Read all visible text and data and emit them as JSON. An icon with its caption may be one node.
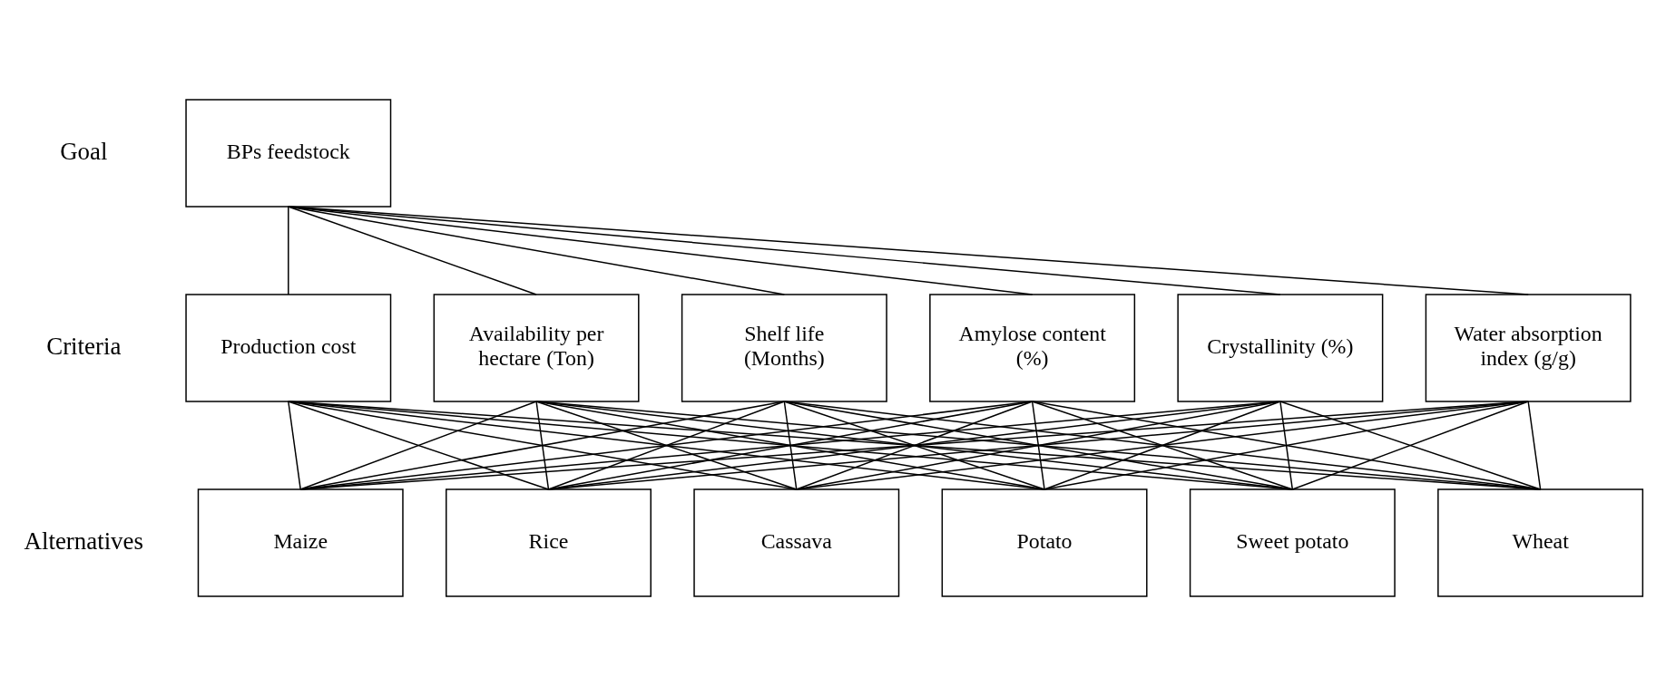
{
  "diagram": {
    "nodes": [
      {
        "text": [
          "BPs feedstock"
        ]
      },
      {
        "text": [
          "Production cost"
        ]
      },
      {
        "text": [
          "Availability per hectare (Ton)"
        ]
      },
      {
        "text": [
          "Shelf life (Months)"
        ]
      },
      {
        "text": [
          "Amylose content (%)"
        ]
      },
      {
        "text": [
          "Crystallinity (%)"
        ]
      },
      {
        "text": [
          "Water absorption index (g/g)"
        ]
      },
      {
        "text": [
          "Maize"
        ]
      },
      {
        "text": [
          "Rice"
        ]
      },
      {
        "text": [
          "Cassava"
        ]
      },
      {
        "text": [
          "Potato"
        ]
      },
      {
        "text": [
          "Sweet potato"
        ]
      },
      {
        "text": [
          "Wheat"
        ]
      }
    ],
    "edges": [
      {
        "from": 0,
        "to": 1,
        "arrow": "none"
      },
      {
        "from": 0,
        "to": 2,
        "arrow": "none"
      },
      {
        "from": 0,
        "to": 3,
        "arrow": "none"
      },
      {
        "from": 0,
        "to": 4,
        "arrow": "none"
      },
      {
        "from": 0,
        "to": 5,
        "arrow": "none"
      },
      {
        "from": 0,
        "to": 6,
        "arrow": "none"
      },
      {
        "from": 1,
        "to": 7,
        "arrow": "none"
      },
      {
        "from": 1,
        "to": 8,
        "arrow": "none"
      },
      {
        "from": 1,
        "to": 9,
        "arrow": "none"
      },
      {
        "from": 1,
        "to": 10,
        "arrow": "none"
      },
      {
        "from": 1,
        "to": 11,
        "arrow": "none"
      },
      {
        "from": 1,
        "to": 12,
        "arrow": "none"
      },
      {
        "from": 2,
        "to": 7,
        "arrow": "none"
      },
      {
        "from": 2,
        "to": 8,
        "arrow": "none"
      },
      {
        "from": 2,
        "to": 9,
        "arrow": "none"
      },
      {
        "from": 2,
        "to": 10,
        "arrow": "none"
      },
      {
        "from": 2,
        "to": 11,
        "arrow": "none"
      },
      {
        "from": 2,
        "to": 12,
        "arrow": "none"
      },
      {
        "from": 3,
        "to": 7,
        "arrow": "none"
      },
      {
        "from": 3,
        "to": 8,
        "arrow": "none"
      },
      {
        "from": 3,
        "to": 9,
        "arrow": "none"
      },
      {
        "from": 3,
        "to": 10,
        "arrow": "none"
      },
      {
        "from": 3,
        "to": 11,
        "arrow": "none"
      },
      {
        "from": 3,
        "to": 12,
        "arrow": "none"
      },
      {
        "from": 4,
        "to": 7,
        "arrow": "none"
      },
      {
        "from": 4,
        "to": 8,
        "arrow": "none"
      },
      {
        "from": 4,
        "to": 9,
        "arrow": "none"
      },
      {
        "from": 4,
        "to": 10,
        "arrow": "none"
      },
      {
        "from": 4,
        "to": 11,
        "arrow": "none"
      },
      {
        "from": 4,
        "to": 12,
        "arrow": "none"
      },
      {
        "from": 5,
        "to": 7,
        "arrow": "none"
      },
      {
        "from": 5,
        "to": 8,
        "arrow": "none"
      },
      {
        "from": 5,
        "to": 9,
        "arrow": "none"
      },
      {
        "from": 5,
        "to": 10,
        "arrow": "none"
      },
      {
        "from": 5,
        "to": 11,
        "arrow": "none"
      },
      {
        "from": 5,
        "to": 12,
        "arrow": "none"
      },
      {
        "from": 6,
        "to": 7,
        "arrow": "none"
      },
      {
        "from": 6,
        "to": 8,
        "arrow": "none"
      },
      {
        "from": 6,
        "to": 9,
        "arrow": "none"
      },
      {
        "from": 6,
        "to": 10,
        "arrow": "none"
      },
      {
        "from": 6,
        "to": 11,
        "arrow": "none"
      },
      {
        "from": 6,
        "to": 12,
        "arrow": "none"
      }
    ],
    "labels": [
      "Goal",
      "Criteria",
      "Alternatives"
    ]
  }
}
